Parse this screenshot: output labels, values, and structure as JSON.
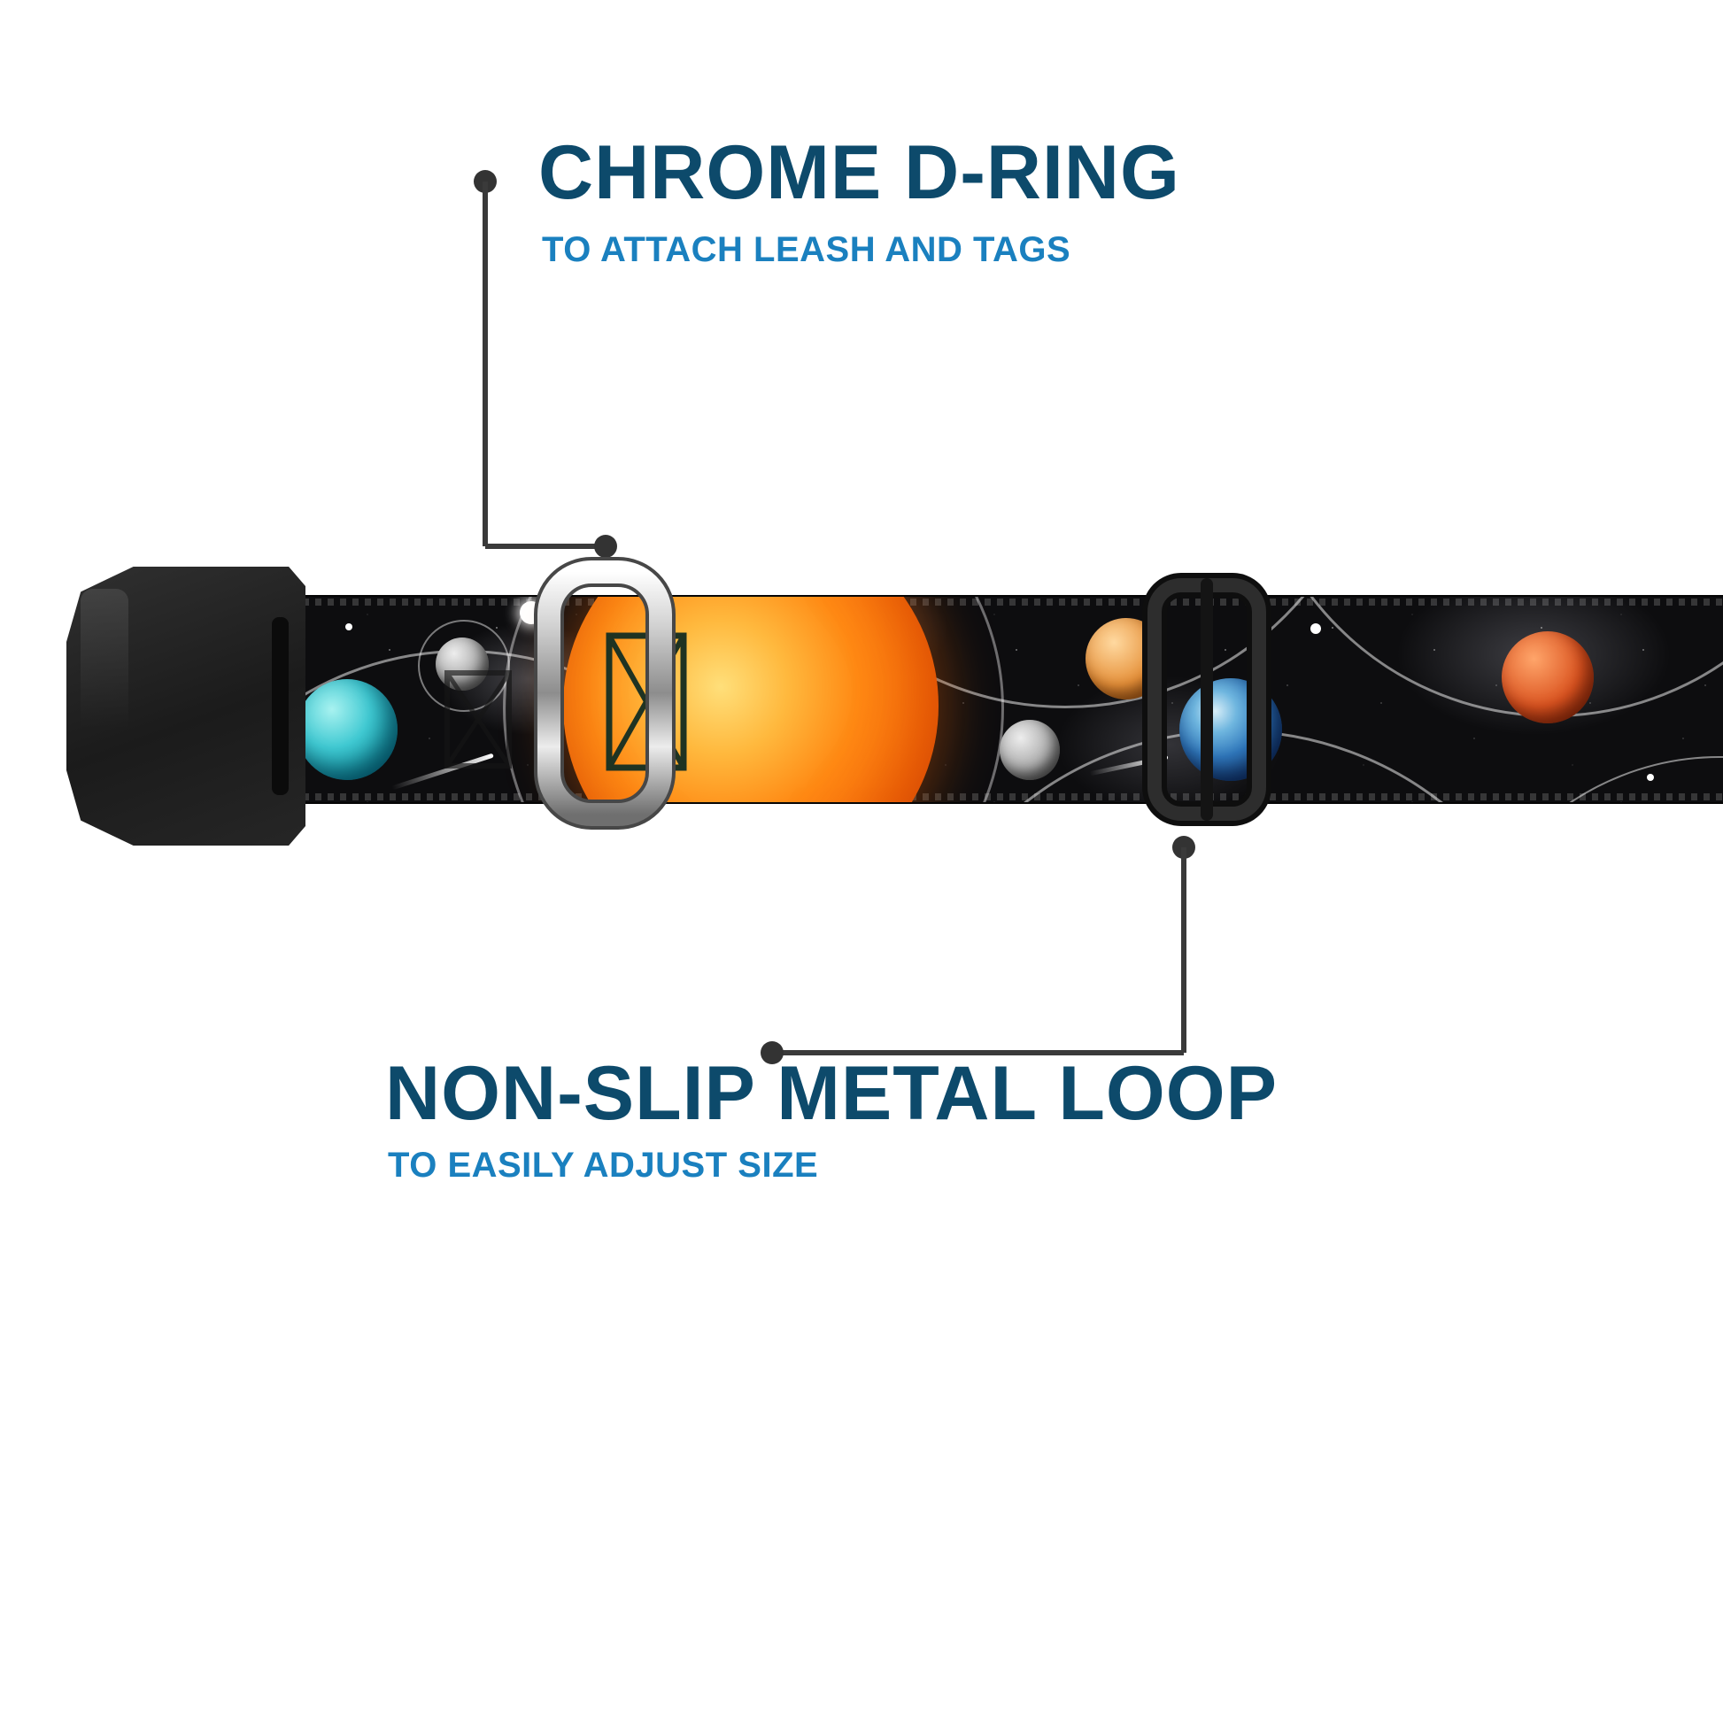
{
  "callouts": {
    "dring": {
      "title": "CHROME D-RING",
      "subtitle": "TO ATTACH LEASH AND TAGS"
    },
    "loop": {
      "title": "NON-SLIP METAL LOOP",
      "subtitle": "TO EASILY ADJUST SIZE"
    }
  },
  "colors": {
    "title_text": "#0d4a6b",
    "subtitle_text": "#1a80bf",
    "callout_line": "#3a3a3a",
    "strap_background": "#0d0d0f",
    "sun": "#ff8a14",
    "teal_planet": "#3fc9d2",
    "earth": "#2f77bb",
    "mars": "#db5420",
    "background": "#ffffff"
  }
}
